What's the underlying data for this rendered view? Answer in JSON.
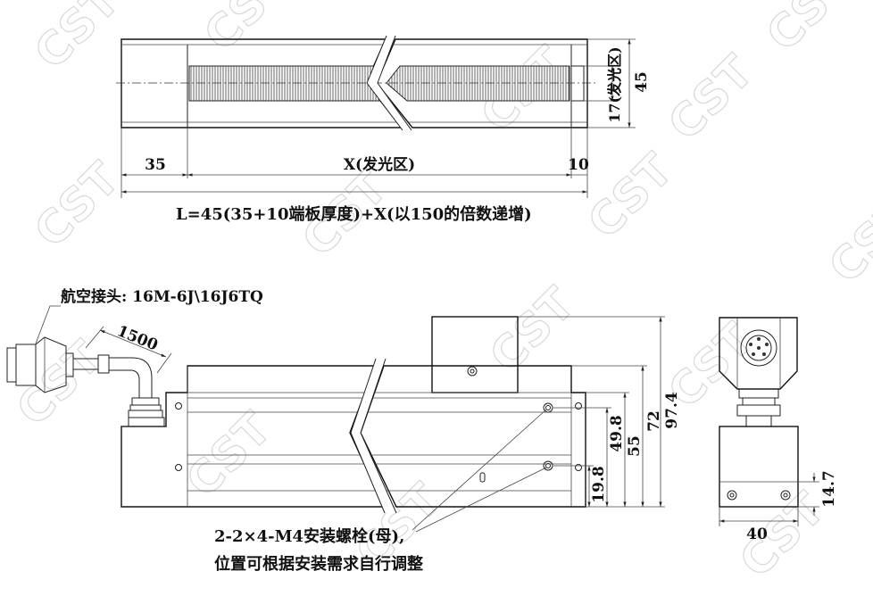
{
  "top_view": {
    "dim_45": "45",
    "dim_17": "17(发光区)",
    "dim_35": "35",
    "dim_x": "X(发光区)",
    "dim_10": "10",
    "formula": "L=45(35+10端板厚度)+X(以150的倍数递增)"
  },
  "front_view": {
    "connector_label": "航空接头: 16M-6J\\16J6TQ",
    "cable_length": "1500",
    "dim_97_4": "97.4",
    "dim_72": "72",
    "dim_55": "55",
    "dim_49_8": "49.8",
    "dim_19_8": "19.8",
    "note_line1": "2-2×4-M4安装螺栓(母),",
    "note_line2": "位置可根据安装需求自行调整"
  },
  "side_view": {
    "dim_40": "40",
    "dim_14_7": "14.7"
  },
  "watermark": "CST"
}
